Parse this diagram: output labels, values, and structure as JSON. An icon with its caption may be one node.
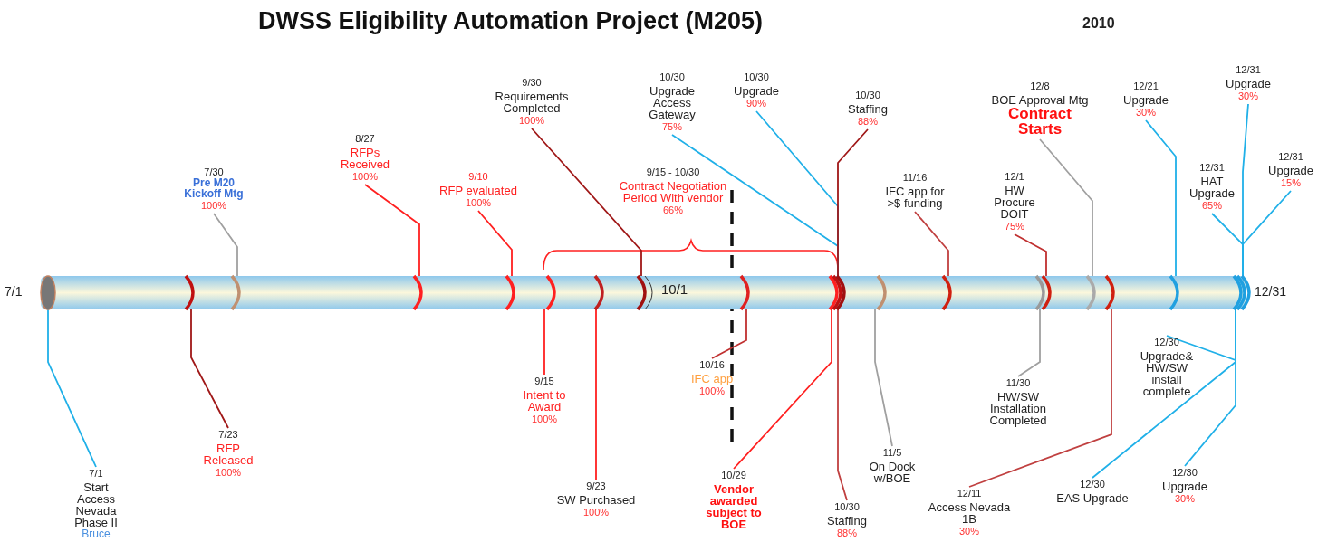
{
  "diagram": {
    "title": "DWSS Eligibility Automation Project (M205)",
    "nodes": [
      {
        "text": [
          "10/1"
        ],
        "beside": [
          "7/1",
          "12/31"
        ]
      },
      {
        "text": [
          "7/30",
          "Pre M20 Kickoff Mtg",
          "100%"
        ]
      },
      {
        "text": [
          "8/27",
          "RFPs Received",
          "100%"
        ]
      },
      {
        "text": [
          "9/10",
          "RFP evaluated",
          "100%"
        ]
      },
      {
        "text": [
          "9/30",
          "Requirements Completed",
          "100%"
        ]
      },
      {
        "text": [
          "9/15 - 10/30",
          "Contract Negotiation Period With vendor",
          "66%"
        ]
      },
      {
        "text": [
          "10/30",
          "Upgrade Access Gateway",
          "75%"
        ]
      },
      {
        "text": [
          "10/30",
          "Upgrade",
          "90%"
        ]
      },
      {
        "text": [
          "10/30",
          "Staffing",
          "88%"
        ]
      },
      {
        "text": [
          "11/16",
          "IFC app for >$ funding"
        ]
      },
      {
        "text": [
          "12/1",
          "HW Procure DOIT",
          "75%"
        ]
      },
      {
        "text": [
          "12/8",
          "BOE Approval Mtg",
          "Contract Starts"
        ]
      },
      {
        "text": [
          "12/21",
          "Upgrade",
          "30%"
        ]
      },
      {
        "text": [
          "12/31",
          "Upgrade",
          "30%"
        ]
      },
      {
        "text": [
          "12/31",
          "HAT Upgrade",
          "65%"
        ]
      },
      {
        "text": [
          "12/31",
          "Upgrade",
          "15%"
        ]
      },
      {
        "text": [
          "7/1",
          "Start Access Nevada Phase II",
          "Bruce"
        ]
      },
      {
        "text": [
          "7/23",
          "RFP Released",
          "100%"
        ]
      },
      {
        "text": [
          "9/15",
          "Intent to Award",
          "100%"
        ]
      },
      {
        "text": [
          "9/23",
          "SW Purchased",
          "100%"
        ]
      },
      {
        "text": [
          "10/16",
          "IFC app",
          "100%"
        ]
      },
      {
        "text": [
          "10/29",
          "Vendor awarded subject to BOE"
        ]
      },
      {
        "text": [
          "10/30",
          "Staffing",
          "88%"
        ]
      },
      {
        "text": [
          "11/5",
          "On Dock w/BOE"
        ]
      },
      {
        "text": [
          "11/30",
          "HW/SW Installation Completed"
        ]
      },
      {
        "text": [
          "12/11",
          "Access Nevada 1B",
          "30%"
        ]
      },
      {
        "text": [
          "12/30",
          "Upgrade& HW/SW install complete"
        ]
      },
      {
        "text": [
          "12/30",
          "EAS Upgrade"
        ]
      },
      {
        "text": [
          "12/30",
          "Upgrade",
          "30%"
        ]
      }
    ],
    "edges": [
      {
        "from": 1,
        "to": 0,
        "arrow": "none",
        "color": "#a0a0a0"
      },
      {
        "from": 2,
        "to": 0,
        "arrow": "none",
        "color": "#ff2020"
      },
      {
        "from": 3,
        "to": 0,
        "arrow": "none",
        "color": "#ff2020"
      },
      {
        "from": 4,
        "to": 0,
        "arrow": "none",
        "color": "#a01818"
      },
      {
        "from": 6,
        "to": 0,
        "arrow": "none",
        "color": "#20b0e8"
      },
      {
        "from": 7,
        "to": 0,
        "arrow": "none",
        "color": "#20b0e8"
      },
      {
        "from": 8,
        "to": 0,
        "arrow": "none",
        "color": "#a01818"
      },
      {
        "from": 9,
        "to": 0,
        "arrow": "none",
        "color": "#c04040"
      },
      {
        "from": 10,
        "to": 0,
        "arrow": "none",
        "color": "#c03030"
      },
      {
        "from": 11,
        "to": 0,
        "arrow": "none",
        "color": "#a0a0a0"
      },
      {
        "from": 12,
        "to": 0,
        "arrow": "none",
        "color": "#20b0e8"
      },
      {
        "from": 13,
        "to": 0,
        "arrow": "none",
        "color": "#20b0e8"
      },
      {
        "from": 14,
        "to": 0,
        "arrow": "none",
        "color": "#20b0e8"
      },
      {
        "from": 15,
        "to": 0,
        "arrow": "none",
        "color": "#20b0e8"
      },
      {
        "from": 16,
        "to": 0,
        "arrow": "none",
        "color": "#20b0e8"
      },
      {
        "from": 17,
        "to": 0,
        "arrow": "none",
        "color": "#a01818"
      },
      {
        "from": 18,
        "to": 0,
        "arrow": "none",
        "color": "#ff2020"
      },
      {
        "from": 19,
        "to": 0,
        "arrow": "none",
        "color": "#ff2020"
      },
      {
        "from": 20,
        "to": 0,
        "arrow": "none",
        "color": "#c03030"
      },
      {
        "from": 21,
        "to": 0,
        "arrow": "none",
        "color": "#ff2020"
      },
      {
        "from": 22,
        "to": 0,
        "arrow": "none",
        "color": "#c04040"
      },
      {
        "from": 23,
        "to": 0,
        "arrow": "none",
        "color": "#a0a0a0"
      },
      {
        "from": 24,
        "to": 0,
        "arrow": "none",
        "color": "#a0a0a0"
      },
      {
        "from": 25,
        "to": 0,
        "arrow": "none",
        "color": "#c04040"
      },
      {
        "from": 26,
        "to": 0,
        "arrow": "none",
        "color": "#20b0e8"
      },
      {
        "from": 27,
        "to": 0,
        "arrow": "none",
        "color": "#20b0e8"
      },
      {
        "from": 28,
        "to": 0,
        "arrow": "none",
        "color": "#20b0e8"
      }
    ],
    "labels": [
      "2010"
    ]
  }
}
